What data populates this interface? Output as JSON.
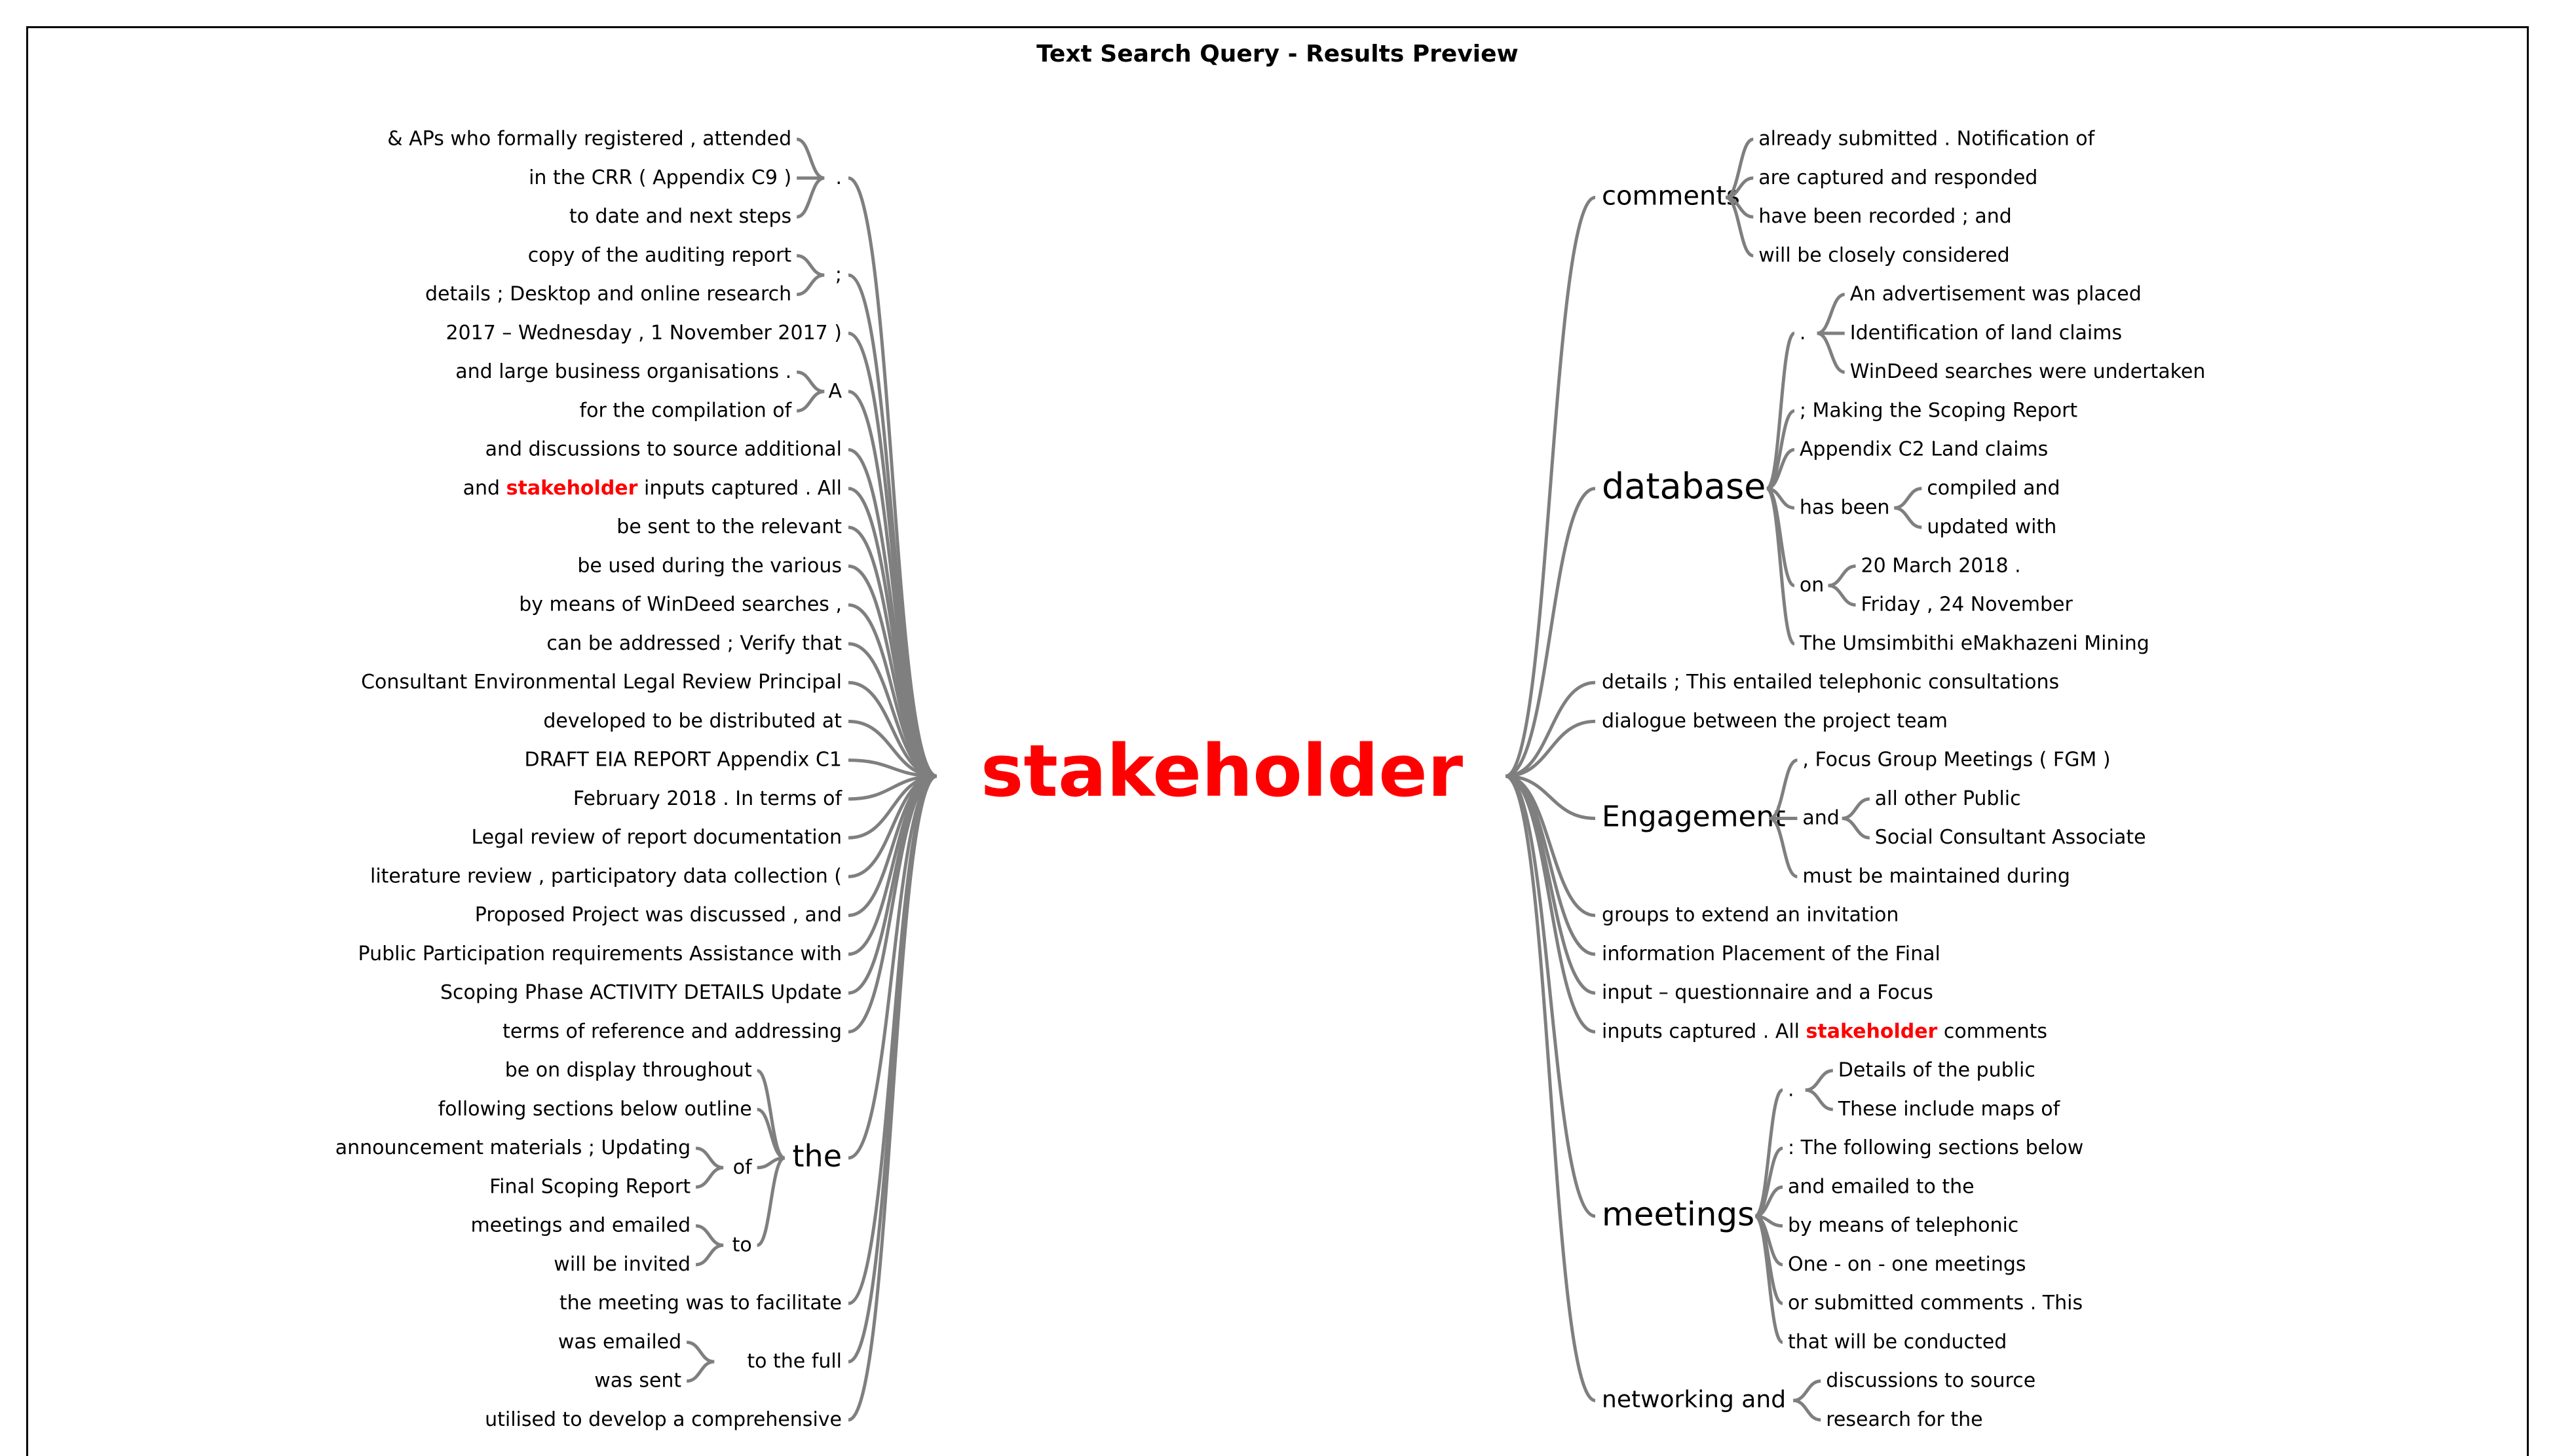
{
  "title": "Text Search Query - Results Preview",
  "keyword": "stakeholder",
  "colors": {
    "keyword": "#ff0000",
    "branch": "#7f7f7f",
    "text": "#000000"
  },
  "left_branches": [
    {
      "label": ".",
      "children": [
        "& APs who formally registered , attended",
        "in the CRR ( Appendix C9 )",
        "to date and next steps"
      ]
    },
    {
      "label": ";",
      "children": [
        "copy of the auditing report",
        "details ; Desktop and online research"
      ]
    },
    {
      "label": "2017 – Wednesday , 1 November 2017 )"
    },
    {
      "label": "A",
      "children": [
        "and large business organisations .",
        "for the compilation of"
      ]
    },
    {
      "label": "and discussions to source additional"
    },
    {
      "label": "and stakeholder inputs captured . All"
    },
    {
      "label": "be sent to the relevant"
    },
    {
      "label": "be used during the various"
    },
    {
      "label": "by means of WinDeed searches ,"
    },
    {
      "label": "can be addressed ; Verify that"
    },
    {
      "label": "Consultant Environmental Legal Review Principal"
    },
    {
      "label": "developed to be distributed at"
    },
    {
      "label": "DRAFT EIA REPORT Appendix C1"
    },
    {
      "label": "February 2018 . In terms of"
    },
    {
      "label": "Legal review of report documentation"
    },
    {
      "label": "literature review , participatory data collection ("
    },
    {
      "label": "Proposed Project was discussed , and"
    },
    {
      "label": "Public Participation requirements Assistance with"
    },
    {
      "label": "Scoping Phase ACTIVITY DETAILS Update"
    },
    {
      "label": "terms of reference and addressing"
    },
    {
      "label": "the",
      "children": [
        {
          "label": "be on display throughout"
        },
        {
          "label": "following sections below outline"
        },
        {
          "label": "of",
          "children": [
            "announcement materials ; Updating",
            "Final Scoping Report"
          ]
        },
        {
          "label": "to",
          "children": [
            "meetings and emailed",
            "will be invited"
          ]
        }
      ]
    },
    {
      "label": "the meeting was to facilitate"
    },
    {
      "label": "to the full",
      "children": [
        "was emailed",
        "was sent"
      ]
    },
    {
      "label": "utilised to develop a comprehensive"
    }
  ],
  "right_branches": [
    {
      "label": "comments",
      "children": [
        "already submitted . Notification of",
        "are captured and responded",
        "have been recorded ; and",
        "will be closely considered"
      ]
    },
    {
      "label": "database",
      "children": [
        {
          "label": ".",
          "children": [
            "An advertisement was placed",
            "Identification of land claims",
            "WinDeed searches were undertaken"
          ]
        },
        {
          "label": "; Making the Scoping Report"
        },
        {
          "label": "Appendix C2 Land claims"
        },
        {
          "label": "has been",
          "children": [
            "compiled and",
            "updated with"
          ]
        },
        {
          "label": "on",
          "children": [
            "20 March 2018 .",
            "Friday , 24 November"
          ]
        },
        {
          "label": "The Umsimbithi eMakhazeni Mining"
        }
      ]
    },
    {
      "label": "details ; This entailed telephonic consultations"
    },
    {
      "label": "dialogue between the project team"
    },
    {
      "label": "Engagement",
      "children": [
        {
          "label": ", Focus Group Meetings ( FGM )"
        },
        {
          "label": "and",
          "children": [
            "all other Public",
            "Social Consultant Associate"
          ]
        },
        {
          "label": "must be maintained during"
        }
      ]
    },
    {
      "label": "groups to extend an invitation"
    },
    {
      "label": "information Placement of the Final"
    },
    {
      "label": "input – questionnaire and a Focus"
    },
    {
      "label": "inputs captured . All stakeholder comments"
    },
    {
      "label": "meetings",
      "children": [
        {
          "label": ".",
          "children": [
            "Details of the public",
            "These include maps of"
          ]
        },
        {
          "label": ": The following sections below"
        },
        {
          "label": "and emailed to the"
        },
        {
          "label": "by means of telephonic"
        },
        {
          "label": "One - on - one meetings"
        },
        {
          "label": "or submitted comments . This"
        },
        {
          "label": "that will be conducted"
        }
      ]
    },
    {
      "label": "networking and",
      "children": [
        "discussions to source",
        "research for the"
      ]
    }
  ]
}
